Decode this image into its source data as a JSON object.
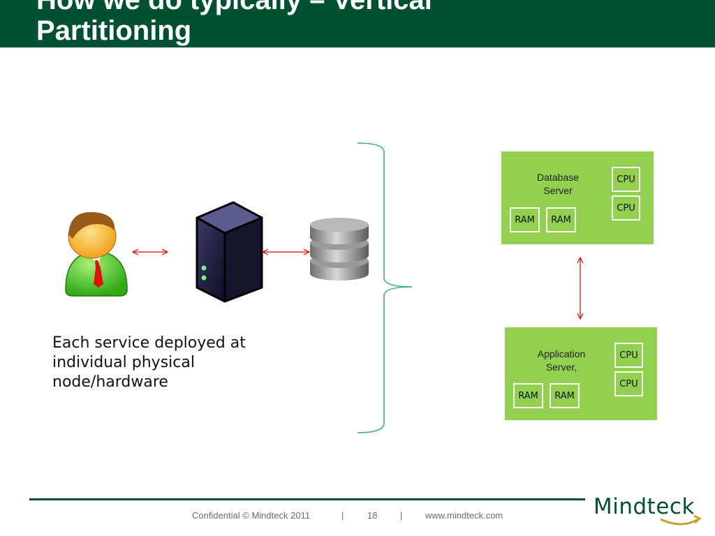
{
  "header": {
    "title": "How we do typically – Vertical Partitioning"
  },
  "caption": "Each service deployed at individual physical node/hardware",
  "database_server": {
    "label_line1": "Database",
    "label_line2": "Server",
    "cpu1": "CPU",
    "cpu2": "CPU",
    "ram1": "RAM",
    "ram2": "RAM"
  },
  "application_server": {
    "label_line1": "Application",
    "label_line2": "Server,",
    "cpu1": "CPU",
    "cpu2": "CPU",
    "ram1": "RAM",
    "ram2": "RAM"
  },
  "footer": {
    "confidential": "Confidential © Mindteck 2011",
    "sep1": "|",
    "page_number": "18",
    "sep2": "|",
    "website": "www.mindteck.com"
  },
  "logo": {
    "text": "Mindteck"
  },
  "colors": {
    "header_bg": "#005132",
    "server_box": "#92d050",
    "arrow": "#e00000",
    "brace": "#3cb371"
  },
  "icons": [
    "user-icon",
    "server-tower-icon",
    "database-icon"
  ]
}
